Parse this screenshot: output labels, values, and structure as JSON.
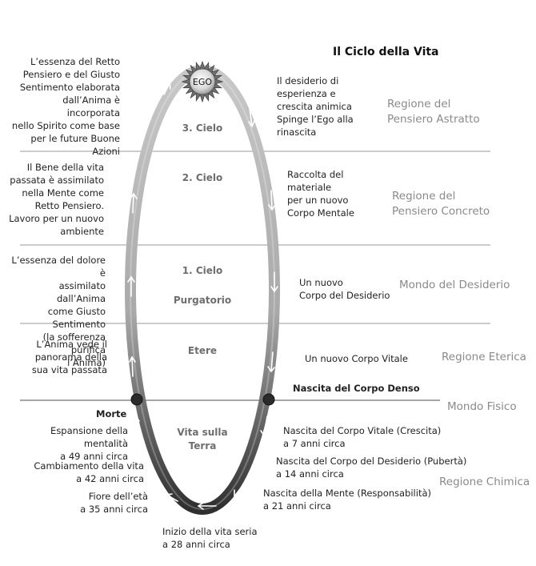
{
  "title": "Il Ciclo della Vita",
  "ego_label": "EGO",
  "inner_labels": {
    "cielo3": "3. Cielo",
    "cielo2": "2. Cielo",
    "cielo1": "1. Cielo",
    "purgatorio": "Purgatorio",
    "etere": "Etere",
    "vita_terra": "Vita sulla\nTerra"
  },
  "regions": {
    "pensiero_astratto": "Regione del\nPensiero Astratto",
    "pensiero_concreto": "Regione del\nPensiero Concreto",
    "mondo_desiderio": "Mondo del Desiderio",
    "regione_eterica": "Regione Eterica",
    "mondo_fisico": "Mondo Fisico",
    "regione_chimica": "Regione Chimica"
  },
  "left_texts": {
    "retto_pensiero": "L’essenza del Retto\nPensiero e del Giusto\nSentimento elaborata\ndall’Anima è incorporata\nnello Spirito come base\nper le future Buone\nAzioni",
    "bene_vita": "Il Bene della vita\npassata è assimilato\nnella Mente come\nRetto Pensiero.\nLavoro per un nuovo\nambiente",
    "dolore": "L’essenza del dolore è\nassimilato dall’Anima\ncome Giusto Sentimento\n(la sofferenza purifica\nl’Anima)",
    "panorama": "L’Anima vede il\npanorama della\nsua vita passata",
    "morte": "Morte",
    "espansione": "Espansione della mentalità\na 49 anni circa",
    "cambiamento": "Cambiamento della vita\na 42 anni circa",
    "fiore": "Fiore dell’età\na 35 anni circa",
    "inizio": "Inizio della vita seria\na 28 anni circa"
  },
  "right_texts": {
    "desiderio_ego": "Il desiderio di\nesperienza e\ncrescita animica\nSpinge l’Ego alla\nrinascita",
    "raccolta": "Raccolta del\nmateriale\nper un nuovo\nCorpo Mentale",
    "corpo_desiderio": "Un nuovo\nCorpo del Desiderio",
    "corpo_vitale": "Un nuovo Corpo Vitale",
    "nascita_denso": "Nascita  del Corpo Denso",
    "nascita_vitale": "Nascita del Corpo Vitale (Crescita)\na 7 anni circa",
    "nascita_desiderio": "Nascita  del Corpo del Desiderio (Pubertà)\na 14 anni circa",
    "nascita_mente": "Nascita della Mente (Responsabilità)\na 21 anni circa"
  }
}
